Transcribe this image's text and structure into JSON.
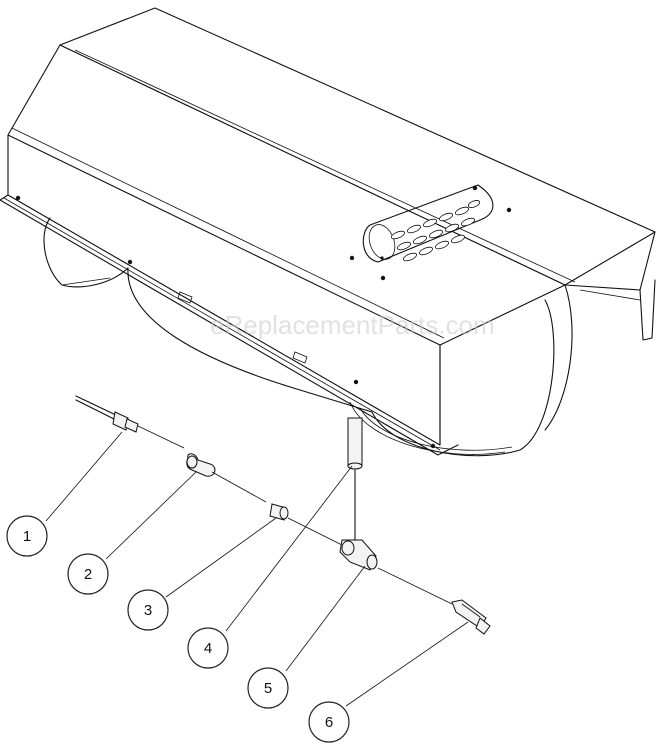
{
  "watermark": "eReplacementParts.com",
  "callouts": [
    "1",
    "2",
    "3",
    "4",
    "5",
    "6"
  ]
}
